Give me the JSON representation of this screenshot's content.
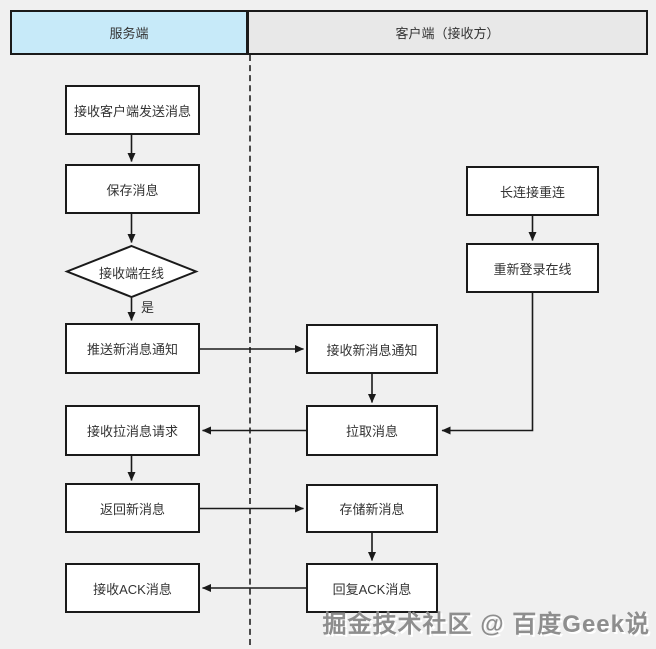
{
  "header": {
    "server_lane": "服务端",
    "client_lane": "客户端（接收方）"
  },
  "server_lane": {
    "receive_client_msg": "接收客户端发送消息",
    "save_msg": "保存消息",
    "decision_receiver_online": "接收端在线",
    "decision_yes_label": "是",
    "push_new_msg_notify": "推送新消息通知",
    "receive_pull_msg_request": "接收拉消息请求",
    "return_new_msg": "返回新消息",
    "receive_ack_msg": "接收ACK消息"
  },
  "client_lane": {
    "long_connection_reconnect": "长连接重连",
    "relogin_online": "重新登录在线",
    "receive_new_msg_notify": "接收新消息通知",
    "pull_msg": "拉取消息",
    "store_new_msg": "存储新消息",
    "reply_ack_msg": "回复ACK消息"
  },
  "watermark": "掘金技术社区 @ 百度Geek说",
  "colors": {
    "server_header_bg": "#c7eaf9",
    "client_header_bg": "#e8e8e8",
    "canvas_bg": "#f0f0f0",
    "node_bg": "#ffffff",
    "node_border": "#1a1a1a",
    "connector": "#1a1a1a"
  }
}
